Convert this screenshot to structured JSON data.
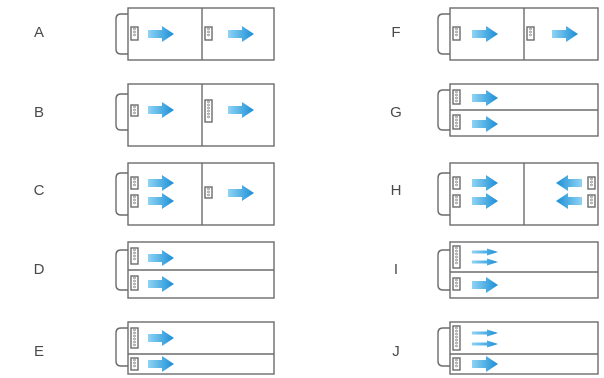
{
  "colors": {
    "line": "#6b6b6b",
    "arrow_start": "#8fd3f4",
    "arrow_end": "#1a8ed6"
  },
  "configs": [
    {
      "label": "A",
      "variant": "two-bay-horizontal-one-port-each"
    },
    {
      "label": "B",
      "variant": "two-bay-horizontal-one-port-each-tall"
    },
    {
      "label": "C",
      "variant": "two-bay-horizontal-two-plus-one"
    },
    {
      "label": "D",
      "variant": "two-row-stacked"
    },
    {
      "label": "E",
      "variant": "two-row-stacked-slim"
    },
    {
      "label": "F",
      "variant": "two-bay-horizontal-one-port-each"
    },
    {
      "label": "G",
      "variant": "two-row-stacked"
    },
    {
      "label": "H",
      "variant": "two-bay-facing-inward"
    },
    {
      "label": "I",
      "variant": "two-row-stacked-double-top"
    },
    {
      "label": "J",
      "variant": "two-row-stacked-double-top-slim"
    }
  ]
}
